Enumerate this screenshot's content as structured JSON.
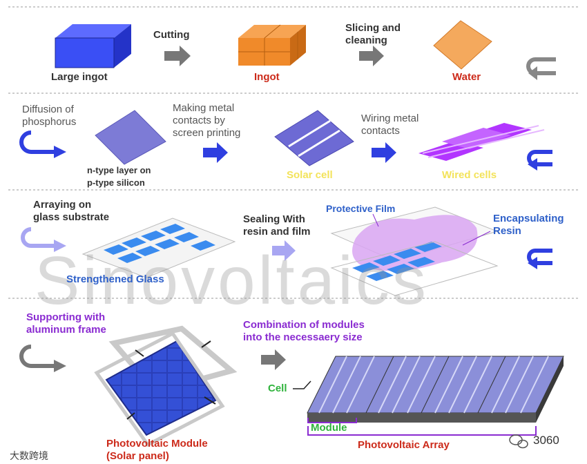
{
  "watermark": "Sinovoltaics",
  "colors": {
    "accent_blue": "#2f3fe0",
    "orange": "#f08a2a",
    "purple": "#b235ff",
    "divider": "#9a9a9a",
    "label_red": "#cc2a1a",
    "label_blue": "#2e60c9",
    "label_purple": "#8a2bd1",
    "label_green": "#2fb33c"
  },
  "row1": {
    "large_ingot": "Large ingot",
    "cutting": "Cutting",
    "ingot": "Ingot",
    "slicing_1": "Slicing and",
    "slicing_2": "cleaning",
    "water": "Water"
  },
  "row2": {
    "diffusion_1": "Diffusion of",
    "diffusion_2": "phosphorus",
    "ntype_1": "n-type layer on",
    "ntype_2": "p-type silicon",
    "metal_1": "Making metal",
    "metal_2": "contacts by",
    "metal_3": "screen printing",
    "solar_cell": "Solar cell",
    "wiring_1": "Wiring metal",
    "wiring_2": "contacts",
    "wired_cells": "Wired cells"
  },
  "row3": {
    "arraying_1": "Arraying on",
    "arraying_2": "glass substrate",
    "strengthened": "Strengthened Glass",
    "sealing_1": "Sealing With",
    "sealing_2": "resin and  film",
    "protective_film": "Protective Film",
    "encap_1": "Encapsulating",
    "encap_2": "Resin"
  },
  "row4": {
    "supporting_1": "Supporting with",
    "supporting_2": "aluminum frame",
    "combo_1": "Combination of modules",
    "combo_2": "into the necessaery size",
    "cell": "Cell",
    "module": "Module",
    "pv_module_1": "Photovoltaic Module",
    "pv_module_2": "(Solar panel)",
    "pv_array": "Photovoltaic Array"
  },
  "footer": {
    "left": "大数跨境",
    "right": "3060"
  },
  "icons": {
    "arrow": "right-arrow-icon",
    "uturn": "u-turn-arrow-icon",
    "wechat": "wechat-icon"
  }
}
